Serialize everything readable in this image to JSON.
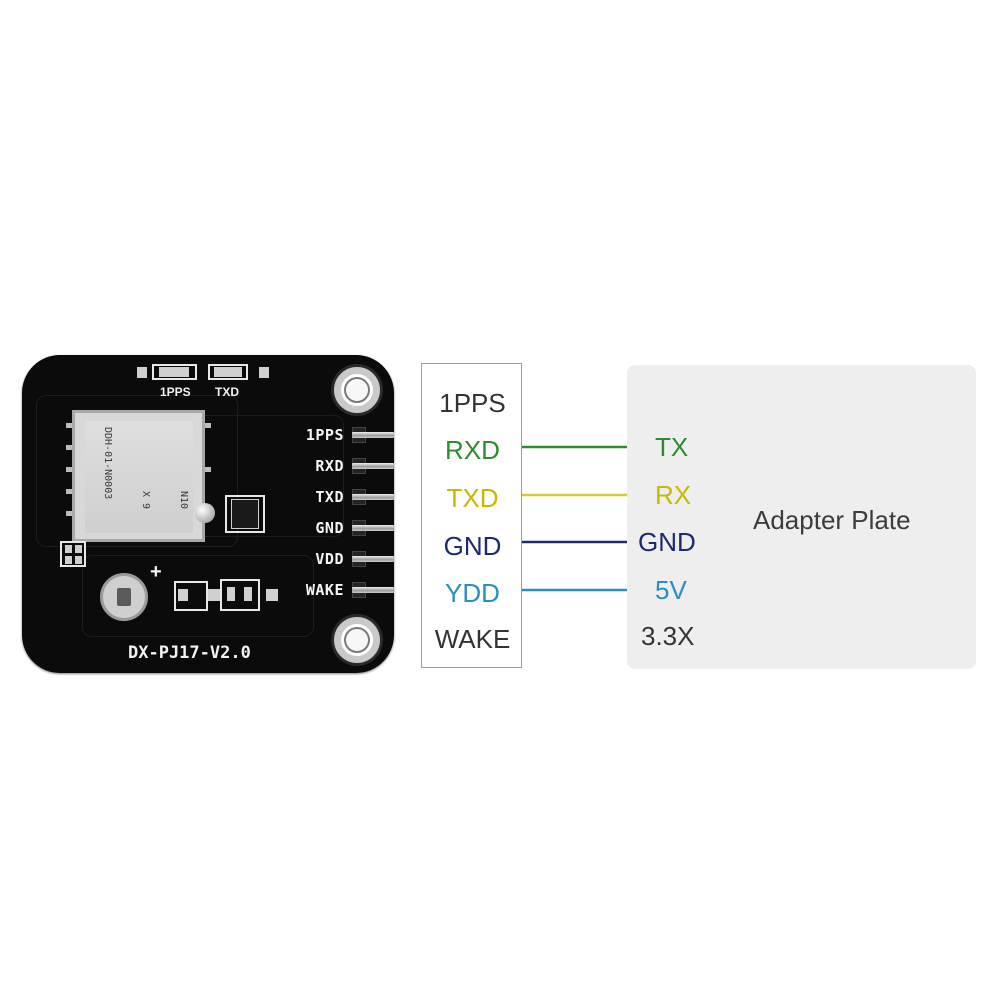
{
  "board": {
    "model": "DX-PJ17-V2.0",
    "led_labels": [
      "1PPS",
      "TXD"
    ],
    "module_text": [
      "DDH-01-N0003",
      "X 9",
      "N10"
    ],
    "polarity": "+",
    "pins": [
      "1PPS",
      "RXD",
      "TXD",
      "GND",
      "VDD",
      "WAKE"
    ]
  },
  "header_strip": {
    "labels": [
      {
        "text": "1PPS",
        "color": "#333333"
      },
      {
        "text": "RXD",
        "color": "#2e8b2e"
      },
      {
        "text": "TXD",
        "color": "#c9b800"
      },
      {
        "text": "GND",
        "color": "#1c2a6e"
      },
      {
        "text": "YDD",
        "color": "#2a8fc0"
      },
      {
        "text": "WAKE",
        "color": "#333333"
      }
    ]
  },
  "adapter": {
    "title": "Adapter Plate",
    "labels": [
      {
        "text": "TX",
        "color": "#2e8b2e"
      },
      {
        "text": "RX",
        "color": "#c9b800"
      },
      {
        "text": "GND",
        "color": "#1c2a6e"
      },
      {
        "text": "5V",
        "color": "#2a8fc0"
      },
      {
        "text": "3.3X",
        "color": "#333333"
      }
    ]
  },
  "wires": [
    {
      "from": "RXD",
      "to": "TX",
      "color": "#2e8b2e"
    },
    {
      "from": "TXD",
      "to": "RX",
      "color": "#d8cc2a"
    },
    {
      "from": "GND",
      "to": "GND",
      "color": "#1c2a6e"
    },
    {
      "from": "YDD",
      "to": "5V",
      "color": "#2a8fc0"
    }
  ]
}
